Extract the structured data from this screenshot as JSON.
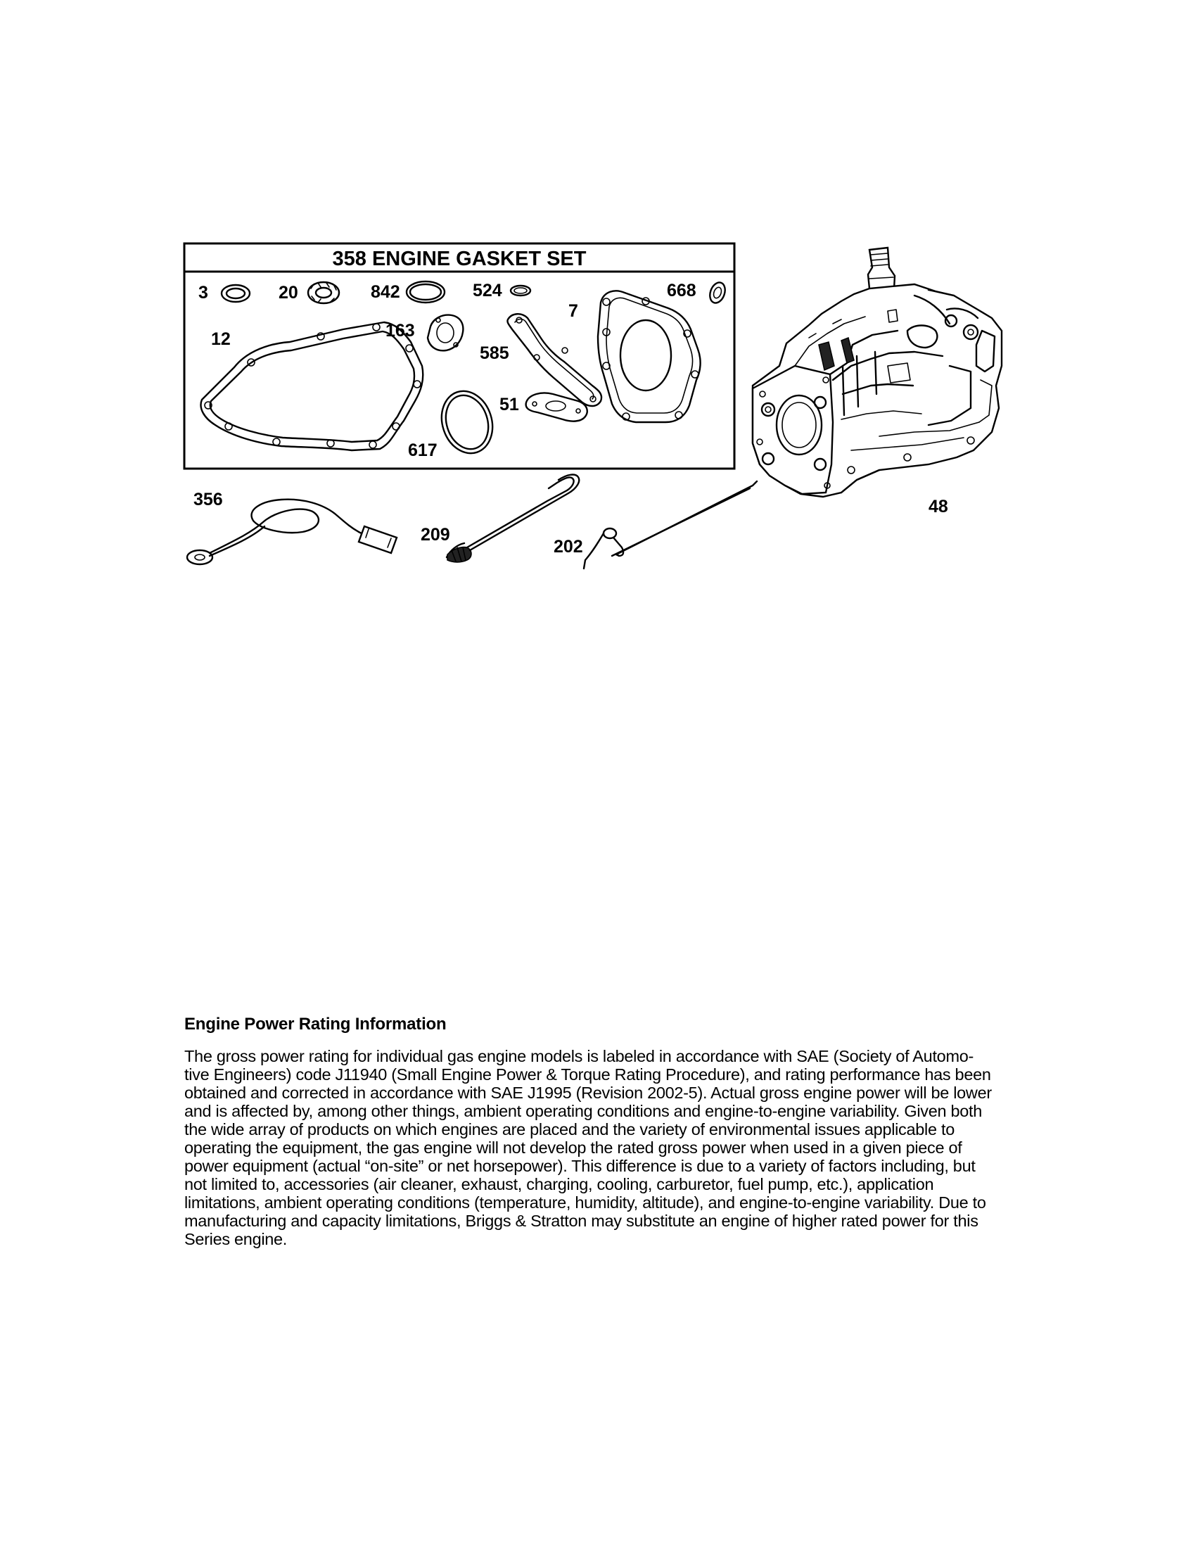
{
  "diagram": {
    "kit_title": "358 ENGINE GASKET SET",
    "part_labels": {
      "p3": "3",
      "p20": "20",
      "p842": "842",
      "p524": "524",
      "p668": "668",
      "p7": "7",
      "p12": "12",
      "p163": "163",
      "p585": "585",
      "p51": "51",
      "p617": "617",
      "p356": "356",
      "p209": "209",
      "p202": "202",
      "p48": "48"
    }
  },
  "info": {
    "title": "Engine Power Rating Information",
    "body": "The gross power rating for individual gas engine models is labeled in accordance with SAE (Society of Automo-tive Engineers) code J11940 (Small Engine Power & Torque Rating Procedure), and rating performance has been obtained and corrected in accordance with SAE J1995 (Revision 2002-5). Actual gross engine power will be lower and is affected by, among other things, ambient operating conditions and engine-to-engine variability. Given both the wide array of products on which engines are placed and the variety of environmental issues applicable to operating the equipment, the gas engine will not develop the rated gross power when used in a given piece of power equipment (actual “on-site” or net horsepower). This difference is due to a variety of factors including, but not limited to, accessories (air cleaner, exhaust, charging, cooling, carburetor, fuel pump, etc.), application limitations, ambient operating conditions (temperature, humidity, altitude), and engine-to-engine variability. Due to manufacturing and capacity limitations, Briggs & Stratton may substitute an engine of higher rated power for this Series engine."
  }
}
